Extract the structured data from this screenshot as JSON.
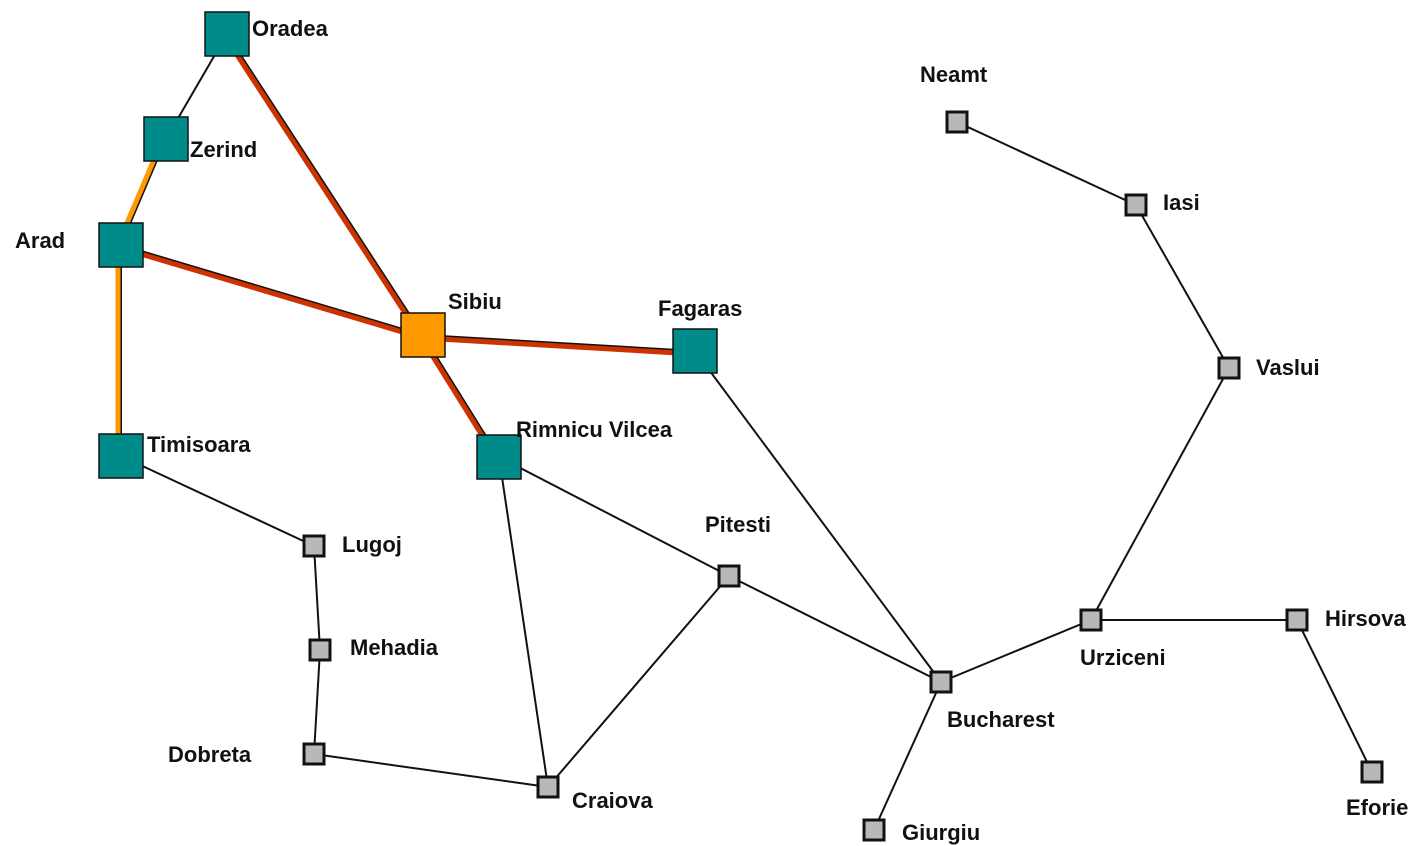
{
  "colors": {
    "road": "#111111",
    "unexplored_node": "#b8b8b8",
    "explored_node": "#008b8b",
    "current_node": "#ff9900",
    "path_red": "#cc3300",
    "path_orange": "#ff9900"
  },
  "cities": {
    "oradea": {
      "label": "Oradea",
      "state": "explored"
    },
    "zerind": {
      "label": "Zerind",
      "state": "explored"
    },
    "arad": {
      "label": "Arad",
      "state": "explored"
    },
    "timisoara": {
      "label": "Timisoara",
      "state": "explored"
    },
    "sibiu": {
      "label": "Sibiu",
      "state": "current"
    },
    "fagaras": {
      "label": "Fagaras",
      "state": "explored"
    },
    "rimnicu": {
      "label": "Rimnicu Vilcea",
      "state": "explored"
    },
    "lugoj": {
      "label": "Lugoj",
      "state": "unexplored"
    },
    "mehadia": {
      "label": "Mehadia",
      "state": "unexplored"
    },
    "dobreta": {
      "label": "Dobreta",
      "state": "unexplored"
    },
    "craiova": {
      "label": "Craiova",
      "state": "unexplored"
    },
    "pitesti": {
      "label": "Pitesti",
      "state": "unexplored"
    },
    "bucharest": {
      "label": "Bucharest",
      "state": "unexplored"
    },
    "giurgiu": {
      "label": "Giurgiu",
      "state": "unexplored"
    },
    "urziceni": {
      "label": "Urziceni",
      "state": "unexplored"
    },
    "hirsova": {
      "label": "Hirsova",
      "state": "unexplored"
    },
    "eforie": {
      "label": "Eforie",
      "state": "unexplored"
    },
    "vaslui": {
      "label": "Vaslui",
      "state": "unexplored"
    },
    "iasi": {
      "label": "Iasi",
      "state": "unexplored"
    },
    "neamt": {
      "label": "Neamt",
      "state": "unexplored"
    }
  },
  "roads": [
    {
      "from": "oradea",
      "to": "zerind",
      "highlight": "none"
    },
    {
      "from": "oradea",
      "to": "sibiu",
      "highlight": "red"
    },
    {
      "from": "zerind",
      "to": "arad",
      "highlight": "orange"
    },
    {
      "from": "arad",
      "to": "sibiu",
      "highlight": "red"
    },
    {
      "from": "arad",
      "to": "timisoara",
      "highlight": "orange"
    },
    {
      "from": "sibiu",
      "to": "fagaras",
      "highlight": "red"
    },
    {
      "from": "sibiu",
      "to": "rimnicu",
      "highlight": "red"
    },
    {
      "from": "timisoara",
      "to": "lugoj",
      "highlight": "none"
    },
    {
      "from": "lugoj",
      "to": "mehadia",
      "highlight": "none"
    },
    {
      "from": "mehadia",
      "to": "dobreta",
      "highlight": "none"
    },
    {
      "from": "dobreta",
      "to": "craiova",
      "highlight": "none"
    },
    {
      "from": "rimnicu",
      "to": "craiova",
      "highlight": "none"
    },
    {
      "from": "rimnicu",
      "to": "pitesti",
      "highlight": "none"
    },
    {
      "from": "craiova",
      "to": "pitesti",
      "highlight": "none"
    },
    {
      "from": "pitesti",
      "to": "bucharest",
      "highlight": "none"
    },
    {
      "from": "fagaras",
      "to": "bucharest",
      "highlight": "none"
    },
    {
      "from": "bucharest",
      "to": "giurgiu",
      "highlight": "none"
    },
    {
      "from": "bucharest",
      "to": "urziceni",
      "highlight": "none"
    },
    {
      "from": "urziceni",
      "to": "hirsova",
      "highlight": "none"
    },
    {
      "from": "hirsova",
      "to": "eforie",
      "highlight": "none"
    },
    {
      "from": "urziceni",
      "to": "vaslui",
      "highlight": "none"
    },
    {
      "from": "vaslui",
      "to": "iasi",
      "highlight": "none"
    },
    {
      "from": "iasi",
      "to": "neamt",
      "highlight": "none"
    }
  ]
}
